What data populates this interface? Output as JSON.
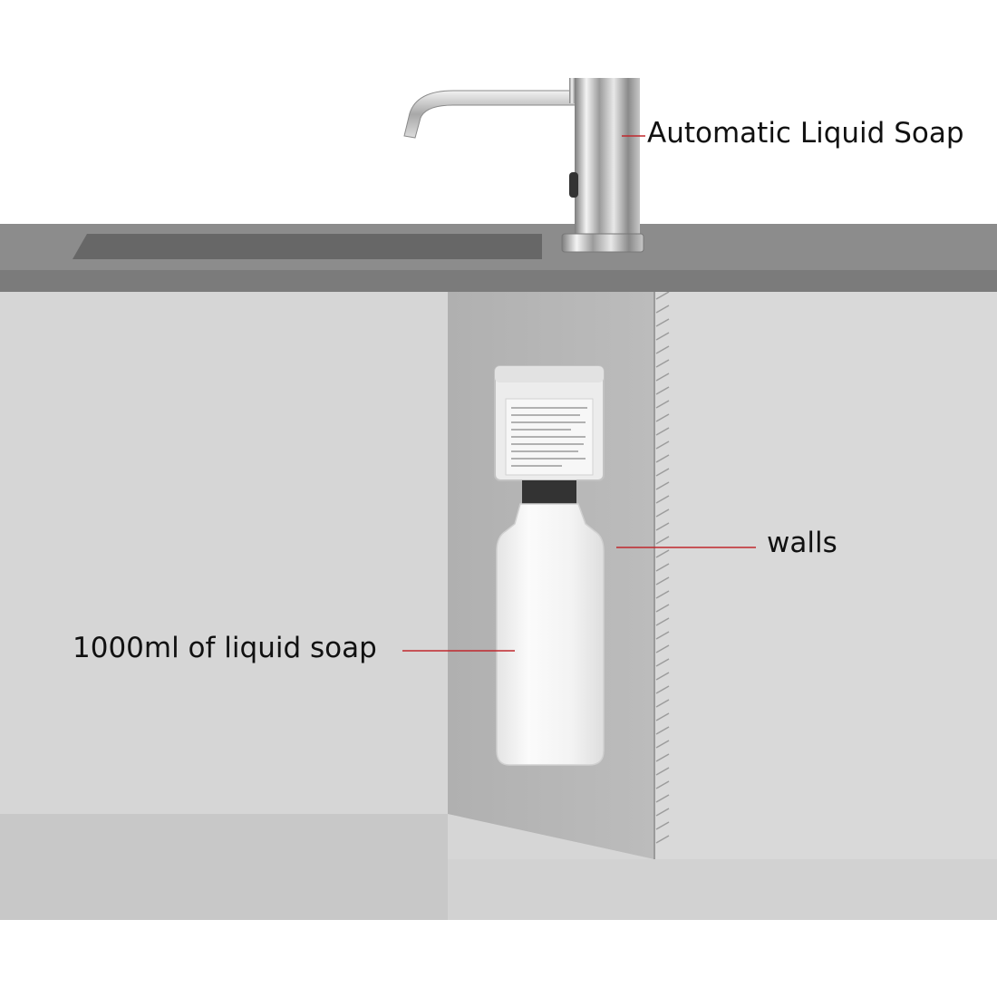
{
  "callouts": {
    "dispenser": "Automatic Liquid Soap",
    "walls": "walls",
    "bottle": "1000ml of liquid soap"
  },
  "colors": {
    "leader_line": "#c0282d",
    "countertop_top": "#8a8a8a",
    "countertop_front": "#7a7a7a",
    "cabinet_back": "#d4d4d4",
    "cabinet_floor": "#c6c6c6",
    "cabinet_wall": "#b6b6b6",
    "chrome_dark": "#8e8e8e",
    "chrome_light": "#f2f2f2",
    "bottle": "#f4f4f4"
  },
  "icons": [
    "soap-dispenser-icon",
    "soap-bottle-icon",
    "pump-unit-icon"
  ]
}
